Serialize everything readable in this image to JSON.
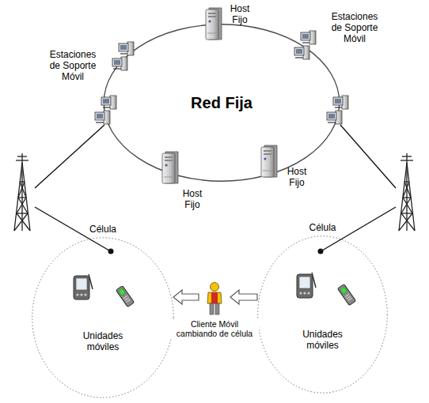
{
  "diagram": {
    "nodes": [
      {
        "text": [
          "Red Fija"
        ]
      },
      {
        "text": [
          "Célula",
          "Unidades móviles"
        ]
      },
      {
        "text": [
          "Célula",
          "Unidades móviles"
        ]
      },
      {
        "text": [
          "Cliente Móvil cambiando de célula"
        ]
      }
    ],
    "edges": [
      {
        "from": 2,
        "to": 3,
        "arrow": "to"
      },
      {
        "from": 3,
        "to": 1,
        "arrow": "to"
      }
    ],
    "labels": [
      "Host Fijo",
      "Estaciones de Soporte Móvil",
      "Estaciones de Soporte Móvil",
      "Host Fijo",
      "Host Fijo"
    ]
  }
}
